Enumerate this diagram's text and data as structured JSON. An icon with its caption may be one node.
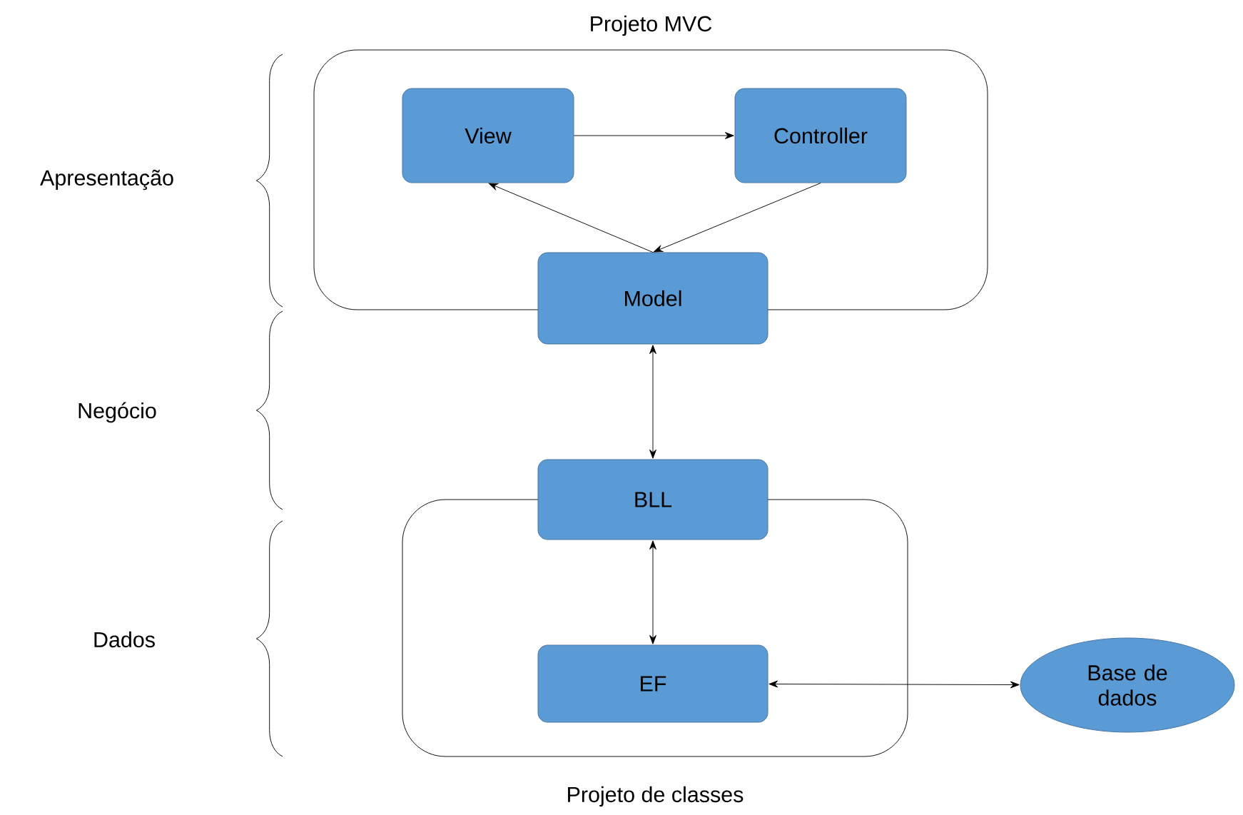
{
  "diagram": {
    "nodes": [
      {
        "text": [
          "Projeto MVC"
        ]
      },
      {
        "text": [
          "View"
        ],
        "in": 0
      },
      {
        "text": [
          "Controller"
        ],
        "in": 0
      },
      {
        "text": [
          "Model"
        ]
      },
      {
        "text": [
          "BLL"
        ]
      },
      {
        "text": [
          "Projeto de classes"
        ]
      },
      {
        "text": [
          "EF"
        ],
        "in": 5
      },
      {
        "text": [
          "Base de dados"
        ]
      }
    ],
    "edges": [
      {
        "from": 1,
        "to": 2,
        "arrow": "to"
      },
      {
        "from": 3,
        "to": 1,
        "arrow": "to"
      },
      {
        "from": 2,
        "to": 3,
        "arrow": "to"
      },
      {
        "from": 3,
        "to": 4,
        "arrow": "both"
      },
      {
        "from": 4,
        "to": 6,
        "arrow": "both"
      },
      {
        "from": 6,
        "to": 7,
        "arrow": "both"
      }
    ],
    "labels": [
      "Apresentação",
      "Negócio",
      "Dados"
    ]
  }
}
